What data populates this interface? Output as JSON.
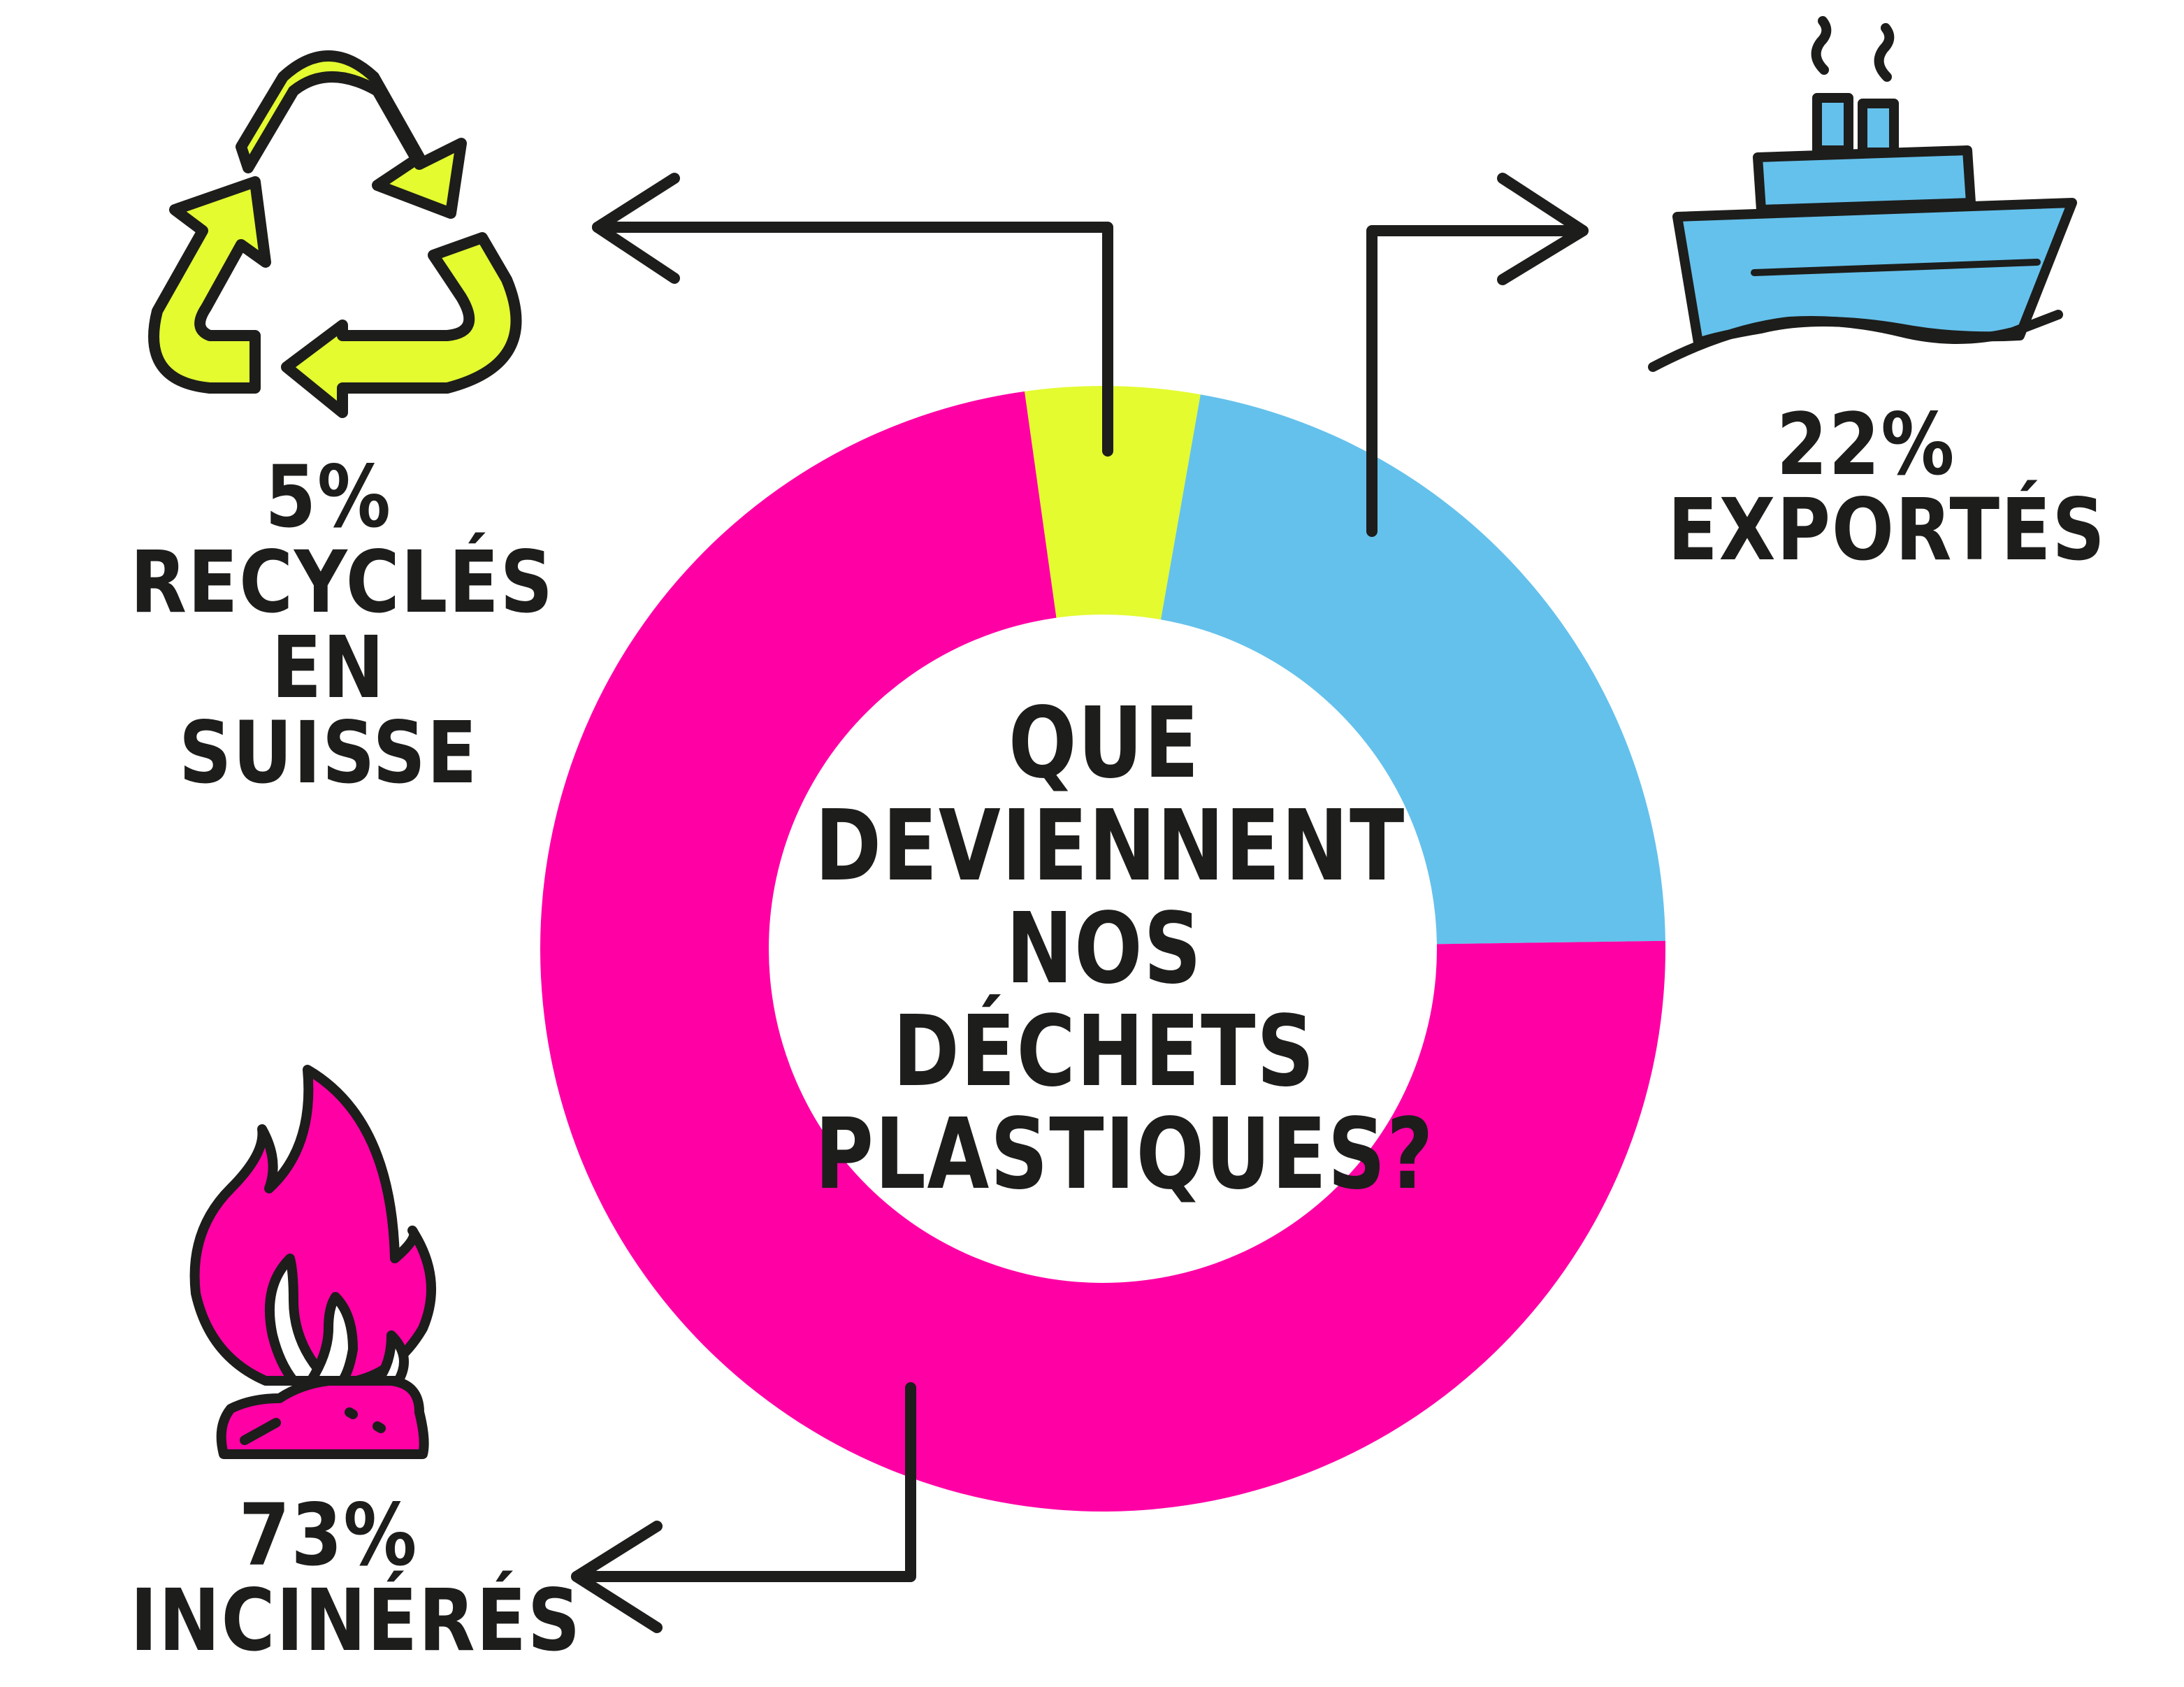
{
  "chart_data": {
    "type": "pie",
    "variant": "donut",
    "title_lines": [
      "QUE",
      "DEVIENNENT",
      "NOS DÉCHETS",
      "PLASTIQUES?"
    ],
    "slices": [
      {
        "value": 5,
        "label_lines": [
          "5%",
          "RECYCLÉS",
          "EN SUISSE"
        ],
        "color": "#e3fb2f",
        "icon": "recycle-icon"
      },
      {
        "value": 22,
        "label_lines": [
          "22%",
          "EXPORTÉS"
        ],
        "color": "#64c1ec",
        "icon": "ship-icon"
      },
      {
        "value": 73,
        "label_lines": [
          "73%",
          "INCINÉRÉS"
        ],
        "color": "#ff00a5",
        "icon": "fire-icon"
      }
    ],
    "start_angle_deg": -8,
    "legend": "none",
    "grid": false
  },
  "colors": {
    "ink": "#1d1d1b",
    "background": "#ffffff"
  }
}
